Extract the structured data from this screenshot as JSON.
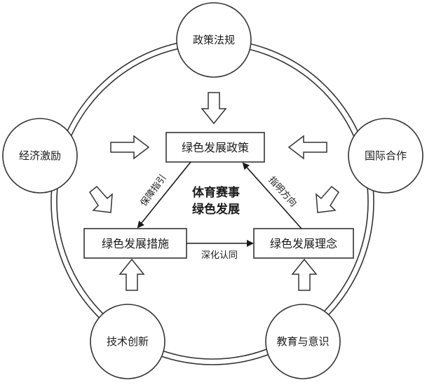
{
  "center": {
    "line1": "体育赛事",
    "line2": "绿色发展"
  },
  "outer_nodes": {
    "top": "政策法规",
    "left": "经济激励",
    "right": "国际合作",
    "bottom_left": "技术创新",
    "bottom_right": "教育与意识"
  },
  "inner_boxes": {
    "policy": "绿色发展政策",
    "measures": "绿色发展措施",
    "concept": "绿色发展理念"
  },
  "edge_labels": {
    "policy_to_measures": "保障指引",
    "concept_to_policy": "指明方向",
    "measures_to_concept": "深化认同"
  }
}
